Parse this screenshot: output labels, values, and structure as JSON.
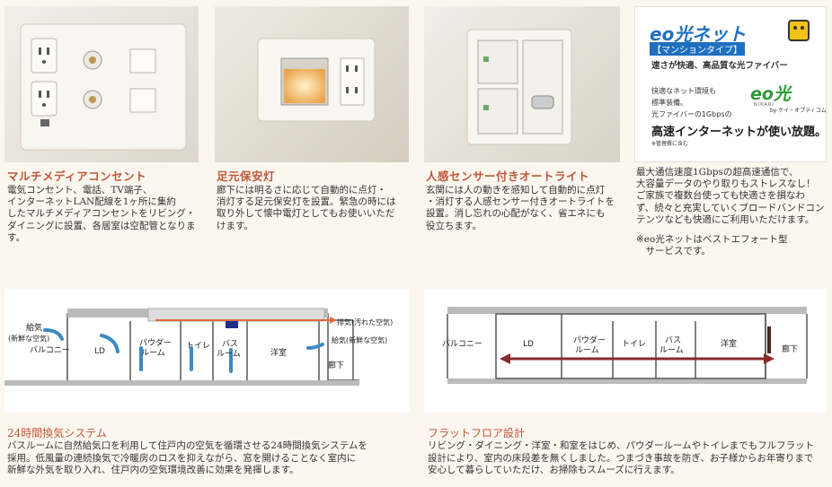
{
  "features": [
    {
      "title": "マルチメディアコンセント",
      "lines": [
        "電気コンセント、電話、TV端子、",
        "インターネットLAN配線を1ヶ所に集約",
        "したマルチメディアコンセントをリビング・",
        "ダイニングに設置、各居室は空配管となりま",
        "す。"
      ]
    },
    {
      "title": "足元保安灯",
      "lines": [
        "廊下には明るさに応じて自動的に点灯・",
        "消灯する足元保安灯を設置。緊急の時には",
        "取り外して懐中電灯としてもお使いいただ",
        "けます。"
      ]
    },
    {
      "title": "人感センサー付きオートライト",
      "lines": [
        "玄関には人の動きを感知して自動的に点灯",
        "・消灯する人感センサー付きオートライトを",
        "設置。消し忘れの心配がなく、省エネにも",
        "役立ちます。"
      ]
    }
  ],
  "eo": {
    "logo": "eo光ネット",
    "type": "【マンションタイプ】",
    "tagline": "速さが快適、高品質な光ファイバー",
    "small1": "快適なネット環境も",
    "small2": "標準装備。",
    "small3": "光ファイバーの1Gbpsの",
    "big": "高速インターネットが使い放題。",
    "note": "※管理費に含む",
    "brand": "eo光",
    "brand_sub": "NIKARI",
    "by": "by ケイ・オプティコム",
    "desc": [
      "最大通信速度1Gbpsの超高速通信で、",
      "大容量データのやり取りもストレスなし！",
      "ご家族で複数台使っても快適さを損なわ",
      "ず、続々と充実していくブロードバンドコン",
      "テンツなども快適にご利用いただけます。"
    ],
    "footnote": [
      "※eo光ネットはベストエフォート型",
      "　サービスです。"
    ]
  },
  "vent": {
    "title": "24時間換気システム",
    "lines": [
      "バスルームに自然給気口を利用して住戸内の空気を循環させる24時間換気システムを",
      "採用。低風量の連続換気で冷暖房のロスを抑えながら、窓を開けることなく室内に",
      "新鮮な外気を取り入れ、住戸内の空気環境改善に効果を発揮します。"
    ],
    "labels": {
      "supply": "給気",
      "supply_sub": "(新鮮な空気)",
      "balcony": "バルコニー",
      "ld": "LD",
      "powder1": "パウダー",
      "powder2": "ルーム",
      "toilet": "トイレ",
      "bath1": "バス",
      "bath2": "ルーム",
      "youshitsu": "洋室",
      "exhaust": "排気(汚れた空気)",
      "supply2": "給気(新鮮な空気)",
      "hall": "廊下"
    }
  },
  "flat": {
    "title": "フラットフロア設計",
    "lines": [
      "リビング・ダイニング・洋室・和室をはじめ、パウダールームやトイレまでもフルフラット",
      "設計により、室内の床段差を無くしました。つまづき事故を防ぎ、お子様からお年寄りまで",
      "安心して暮らしていただけ、お掃除もスムーズに行えます。"
    ],
    "labels": {
      "balcony": "バルコニー",
      "ld": "LD",
      "powder1": "パウダー",
      "powder2": "ルーム",
      "toilet": "トイレ",
      "bath1": "バス",
      "bath2": "ルーム",
      "youshitsu": "洋室",
      "hall": "廊下"
    }
  }
}
